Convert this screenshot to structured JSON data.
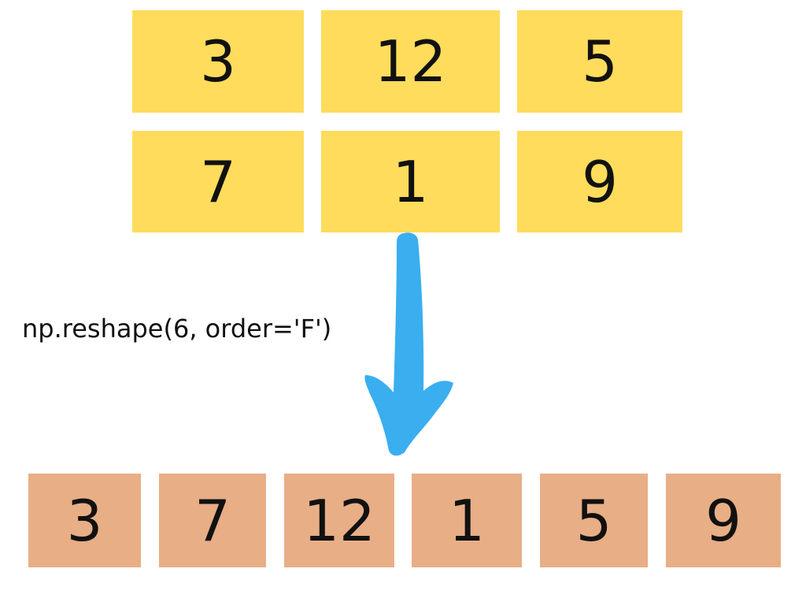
{
  "source_grid": {
    "values": [
      "3",
      "12",
      "5",
      "7",
      "1",
      "9"
    ],
    "color": "#ffdc5c"
  },
  "operation": {
    "label": "np.reshape(6, order='F')",
    "arrow_color": "#3aaeef"
  },
  "result_row": {
    "values": [
      "3",
      "7",
      "12",
      "1",
      "5",
      "9"
    ],
    "color": "#e8ae86"
  }
}
